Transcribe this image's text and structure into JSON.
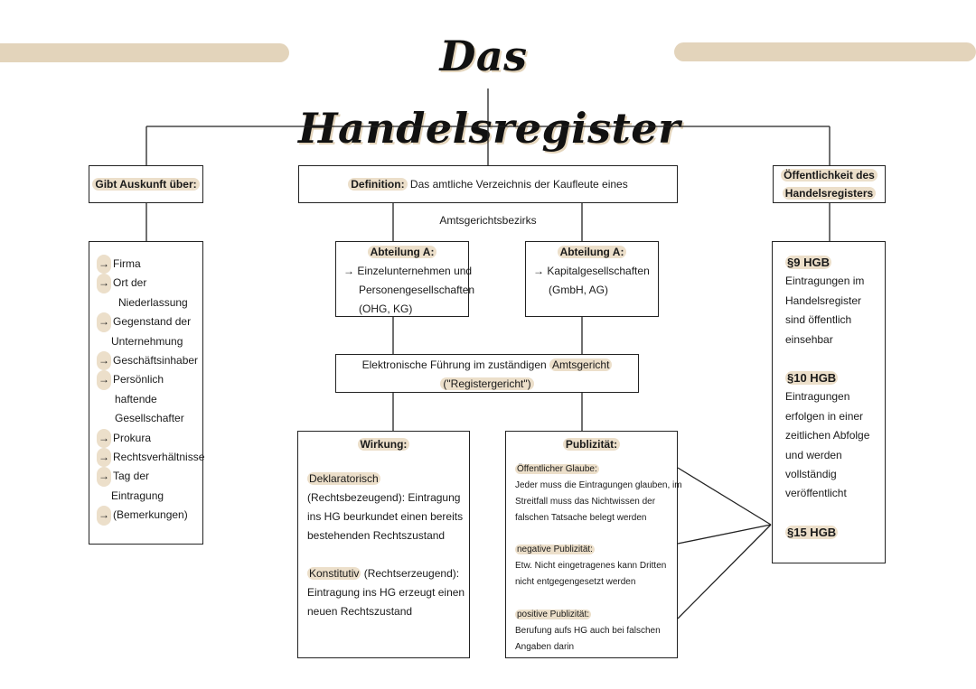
{
  "title": "Das Handelsregister",
  "colors": {
    "accent": "#e3d4bb",
    "highlight": "#ecdfca",
    "line": "#222222"
  },
  "left": {
    "header": "Gibt Auskunft über:",
    "items": [
      {
        "arrow": "→",
        "lines": [
          "Firma"
        ]
      },
      {
        "arrow": "→",
        "lines": [
          "Ort der",
          "Niederlassung"
        ]
      },
      {
        "arrow": "→",
        "lines": [
          "Gegenstand der",
          "Unternehmung"
        ]
      },
      {
        "arrow": "→",
        "lines": [
          "Geschäftsinhaber"
        ]
      },
      {
        "arrow": "→",
        "lines": [
          "Persönlich",
          "haftende",
          "Gesellschafter"
        ]
      },
      {
        "arrow": "→",
        "lines": [
          "Prokura"
        ]
      },
      {
        "arrow": "→",
        "lines": [
          "Rechtsverhältnisse"
        ]
      },
      {
        "arrow": "→",
        "lines": [
          "Tag der",
          "Eintragung"
        ]
      },
      {
        "arrow": "→",
        "lines": [
          "(Bemerkungen)"
        ]
      }
    ]
  },
  "definition": {
    "label": "Definition:",
    "text": " Das amtliche Verzeichnis der Kaufleute eines Amtsgerichtsbezirks"
  },
  "abteilung_a1": {
    "header": "Abteilung A:",
    "line1": "→ Einzelunternehmen und",
    "line2": "Personengesellschaften",
    "line3": "(OHG, KG)"
  },
  "abteilung_a2": {
    "header": "Abteilung A:",
    "line1": "→ Kapitalgesellschaften",
    "line2": "(GmbH, AG)"
  },
  "fuehrung": {
    "text": "Elektronische Führung im zuständigen ",
    "highlight": "Amtsgericht",
    "line2": "(\"Registergericht\")"
  },
  "wirkung": {
    "header": "Wirkung:",
    "deklaratorisch_label": "Deklaratorisch",
    "deklaratorisch_lines": [
      "(Rechtsbezeugend): Eintragung",
      "ins HG beurkundet einen bereits",
      "bestehenden Rechtszustand"
    ],
    "konstitutiv_label": "Konstitutiv",
    "konstitutiv_rest": " (Rechtserzeugend):",
    "konstitutiv_lines": [
      "Eintragung ins HG erzeugt einen",
      "neuen Rechtszustand"
    ]
  },
  "publizitaet": {
    "header": "Publizität:",
    "sections": [
      {
        "label": "Öffentlicher Glaube:",
        "lines": [
          "Jeder muss die Eintragungen glauben, im",
          "Streitfall muss das Nichtwissen der",
          "falschen Tatsache belegt werden"
        ]
      },
      {
        "label": "negative Publizität:",
        "lines": [
          "Etw. Nicht eingetragenes kann Dritten",
          "nicht entgegengesetzt werden"
        ]
      },
      {
        "label": "positive Publizität:",
        "lines": [
          "Berufung aufs HG auch bei falschen",
          "Angaben darin"
        ]
      }
    ]
  },
  "oeffentlichkeit": {
    "header_line1": "Öffentlichkeit des",
    "header_line2": "Handelsregisters",
    "sections": [
      {
        "label": "§9 HGB",
        "lines": [
          "Eintragungen im",
          "Handelsregister",
          "sind öffentlich",
          "einsehbar"
        ]
      },
      {
        "label": "§10 HGB",
        "lines": [
          "Eintragungen",
          "erfolgen in einer",
          "zeitlichen Abfolge",
          "und werden",
          "vollständig",
          "veröffentlicht"
        ]
      },
      {
        "label": "§15 HGB",
        "lines": []
      }
    ]
  }
}
